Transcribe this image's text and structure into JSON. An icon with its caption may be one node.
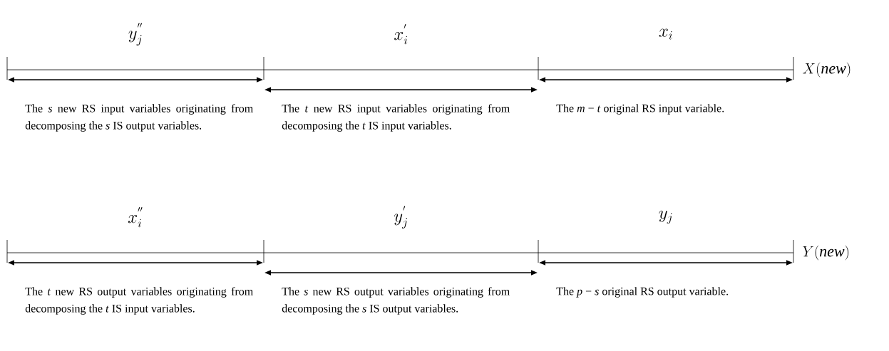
{
  "diagram": {
    "labels": [
      "y_j^{''}",
      "x_i^{'}",
      "x_i",
      "X(\\mathit{new})",
      "The *s* new RS input variables originating from decomposing the *s* IS output variables.",
      "The *t* new RS input variables originating from decomposing the *t* IS input variables.",
      "The *m* − *t* original RS input variable.",
      "x_i^{''}",
      "y_j^{'}",
      "y_j",
      "Y(\\mathit{new})",
      "The *t* new RS output variables originating from decomposing the *t* IS input variables.",
      "The *s* new RS output variables originating from decomposing the *s* IS output variables.",
      "The *p* − *s* original RS output variable."
    ]
  }
}
